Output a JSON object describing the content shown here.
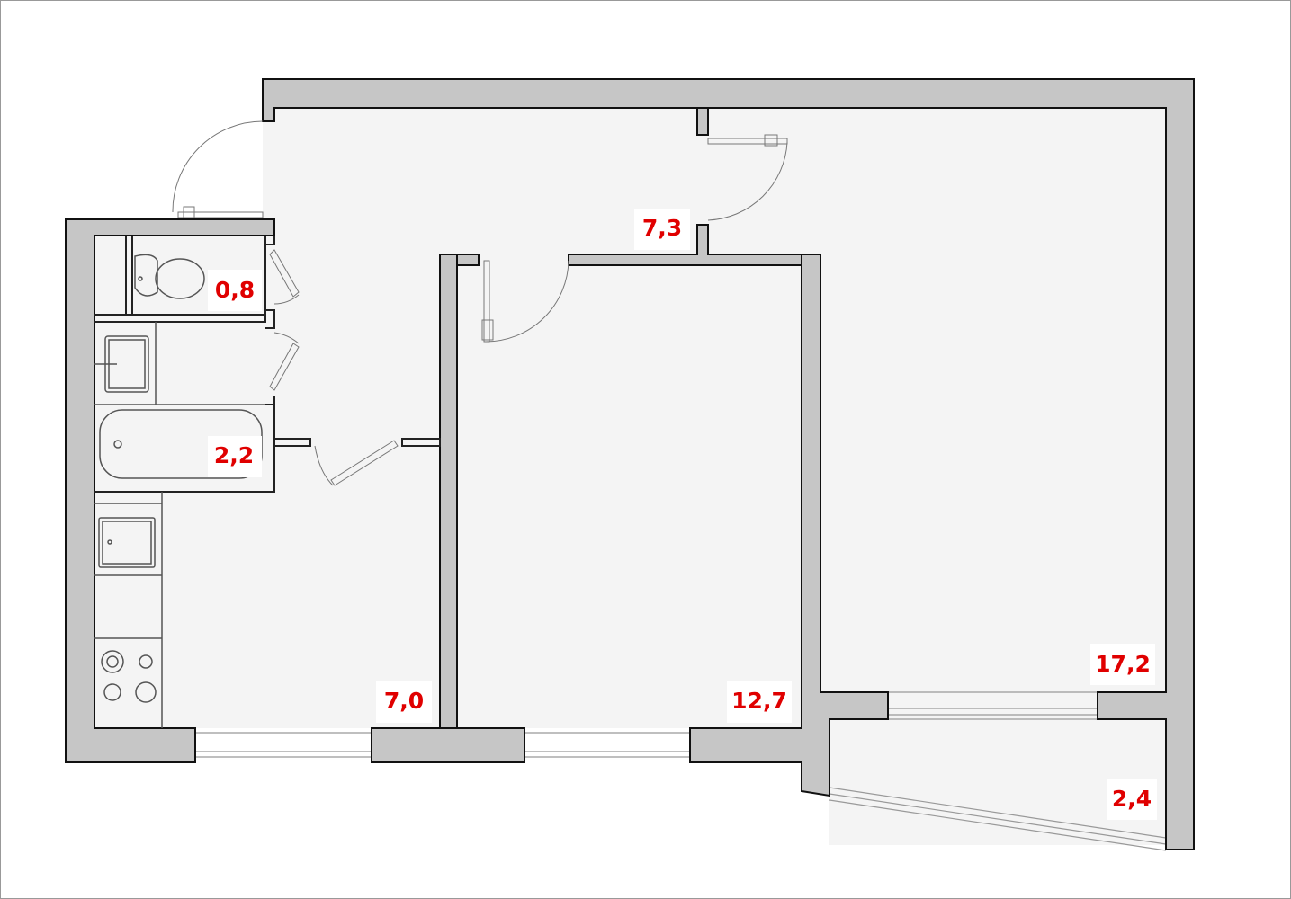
{
  "plan": {
    "rooms": [
      {
        "id": "toilet",
        "area": "0,8"
      },
      {
        "id": "bathroom",
        "area": "2,2"
      },
      {
        "id": "hallway",
        "area": "7,3"
      },
      {
        "id": "kitchen",
        "area": "7,0"
      },
      {
        "id": "bedroom",
        "area": "12,7"
      },
      {
        "id": "living-room",
        "area": "17,2"
      },
      {
        "id": "balcony",
        "area": "2,4"
      }
    ],
    "colors": {
      "label": "#e00000",
      "wall": "#c6c6c6",
      "floor": "#f4f4f4"
    }
  }
}
